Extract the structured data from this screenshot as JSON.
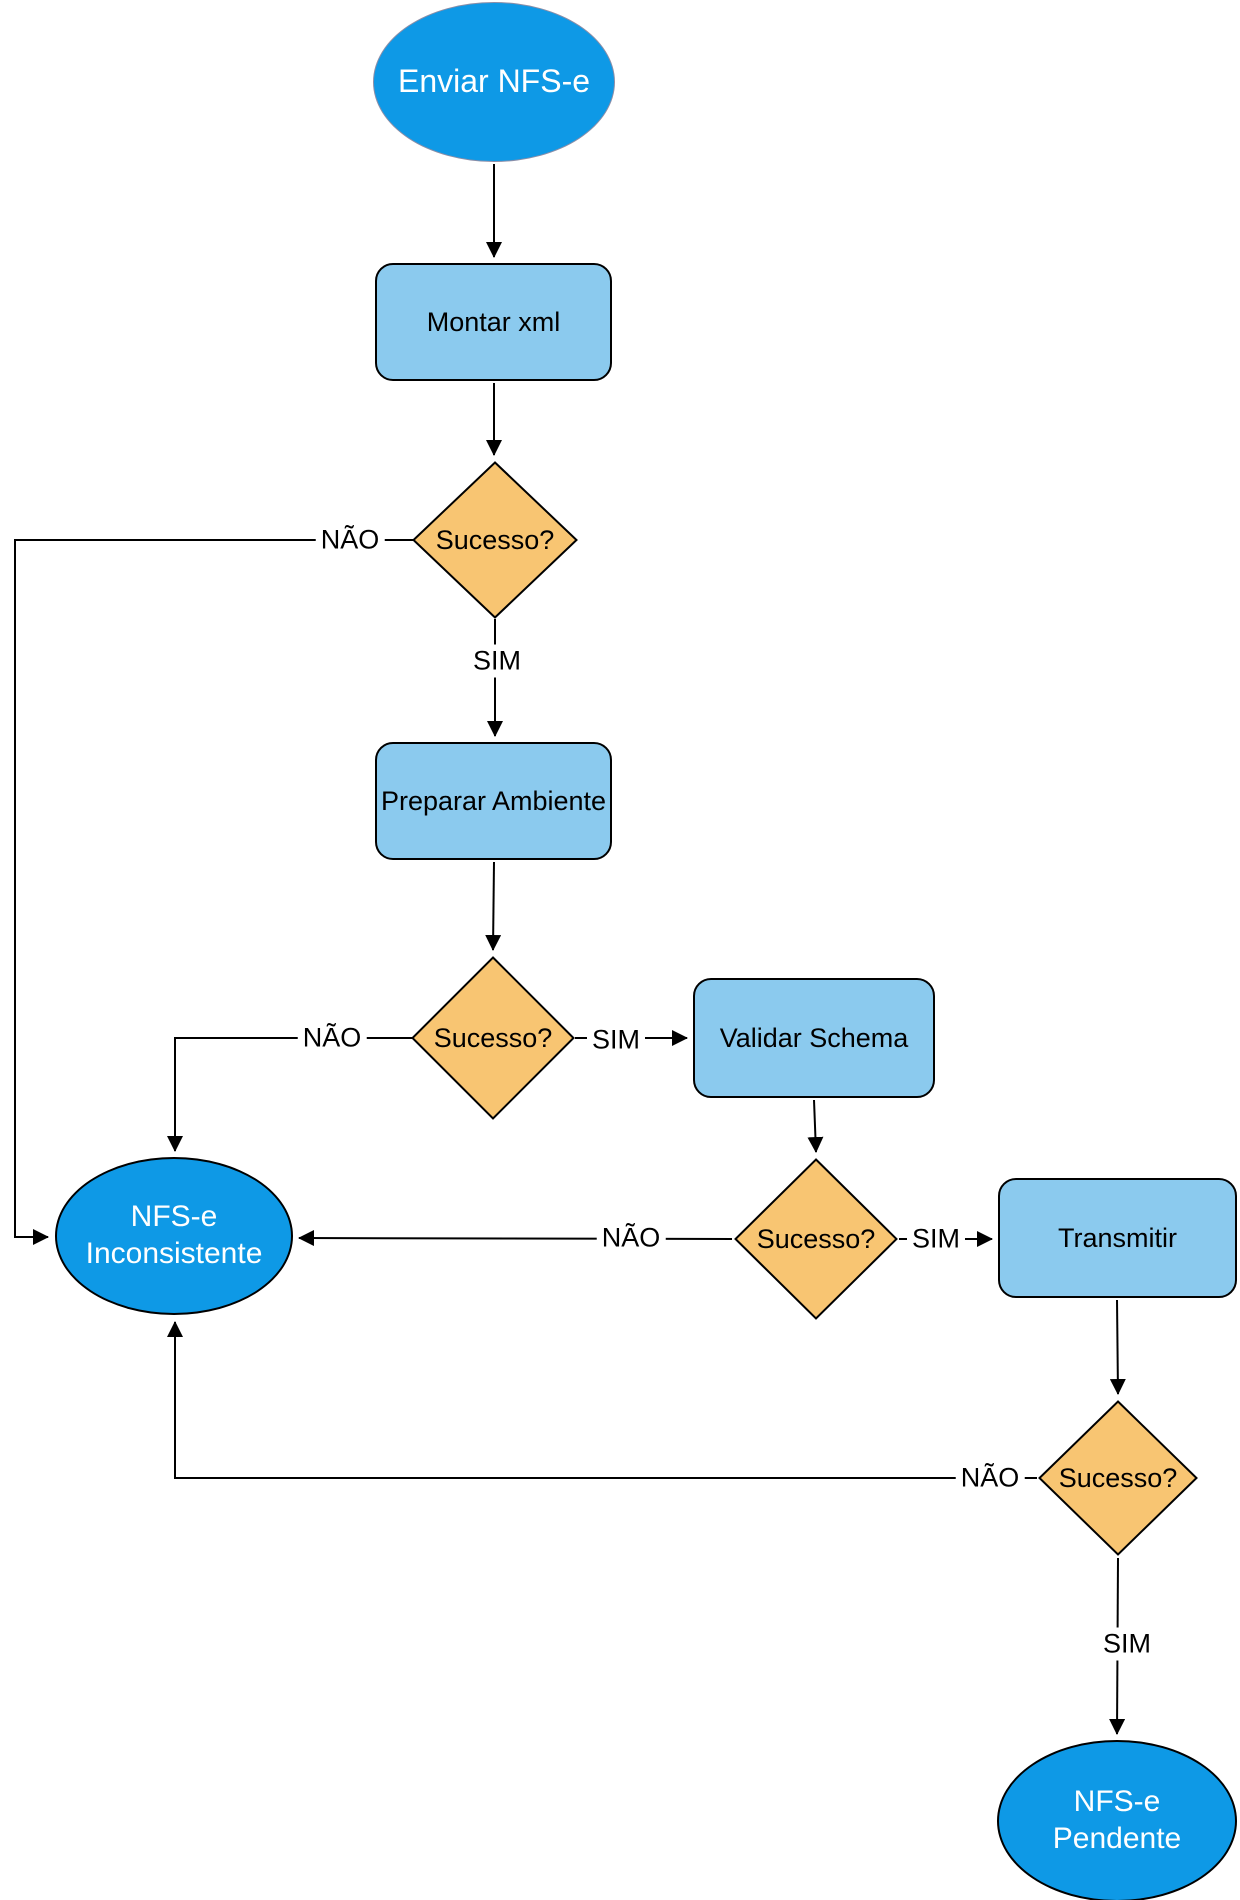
{
  "nodes": {
    "start": {
      "label": "Enviar NFS-e"
    },
    "montar_xml": {
      "label": "Montar xml"
    },
    "decision_montar": {
      "label": "Sucesso?"
    },
    "preparar_ambiente": {
      "label": "Preparar Ambiente"
    },
    "decision_preparar": {
      "label": "Sucesso?"
    },
    "validar_schema": {
      "label": "Validar Schema"
    },
    "decision_validar": {
      "label": "Sucesso?"
    },
    "transmitir": {
      "label": "Transmitir"
    },
    "decision_transmitir": {
      "label": "Sucesso?"
    },
    "nfse_inconsistente": {
      "line1": "NFS-e",
      "line2": "Inconsistente"
    },
    "nfse_pendente": {
      "line1": "NFS-e",
      "line2": "Pendente"
    }
  },
  "edge_labels": {
    "montar_nao": "NÃO",
    "montar_sim": "SIM",
    "preparar_nao": "NÃO",
    "preparar_sim": "SIM",
    "validar_nao": "NÃO",
    "validar_sim": "SIM",
    "transmitir_nao": "NÃO",
    "transmitir_sim": "SIM"
  },
  "colors": {
    "terminal_fill": "#0E99E6",
    "process_fill": "#8BCAEE",
    "decision_fill": "#F8C572",
    "stroke": "#000000",
    "start_stroke": "#8A8EA8",
    "text_light": "#FFFFFF",
    "text_dark": "#000000",
    "background": "#FFFFFF"
  }
}
